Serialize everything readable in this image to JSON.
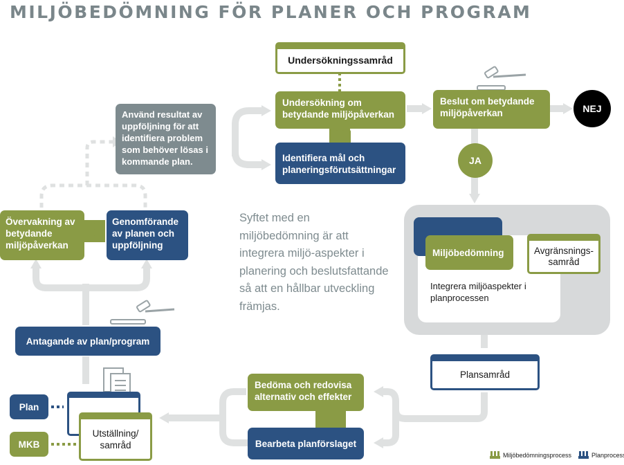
{
  "title": "MILJÖBEDÖMNING FÖR PLANER OCH PROGRAM",
  "boxes": {
    "undersokningssamrad": "Undersökningssamråd",
    "undersokning": "Undersökning om betydande miljöpåverkan",
    "identifiera": "Identifiera mål och planeringsförutsättningar",
    "anvand": "Använd resultat av uppföljning för att identifiera problem som behöver lösas i kommande plan.",
    "beslut": "Beslut om betydande miljöpåverkan",
    "nej": "NEJ",
    "ja": "JA",
    "overvakning": "Övervakning av betydande miljöpåverkan",
    "genomforande": "Genomförande av planen och uppföljning",
    "miljobedomning": "Miljöbedömning",
    "avgransning": "Avgränsnings-samråd",
    "integrera": "Integrera miljöaspekter i planprocessen",
    "antagande": "Antagande av plan/program",
    "plansamrad": "Plansamråd",
    "bedoma": "Bedöma och redovisa alternativ och effekter",
    "bearbeta": "Bearbeta planförslaget",
    "utstallning": "Utställning/ samråd",
    "plan": "Plan",
    "mkb": "MKB"
  },
  "center_text": "Syftet med en miljöbedömning är att integrera miljö-aspekter i planering och beslutsfattande så att en hållbar utveckling främjas.",
  "legend": {
    "green_label": "Miljöbedömningsprocess",
    "blue_label": "Planprocess"
  },
  "colors": {
    "green": "#8a9b45",
    "blue": "#2c5282",
    "gray": "#7e8b8f",
    "light_gray": "#dfe1e1",
    "black": "#000000"
  }
}
